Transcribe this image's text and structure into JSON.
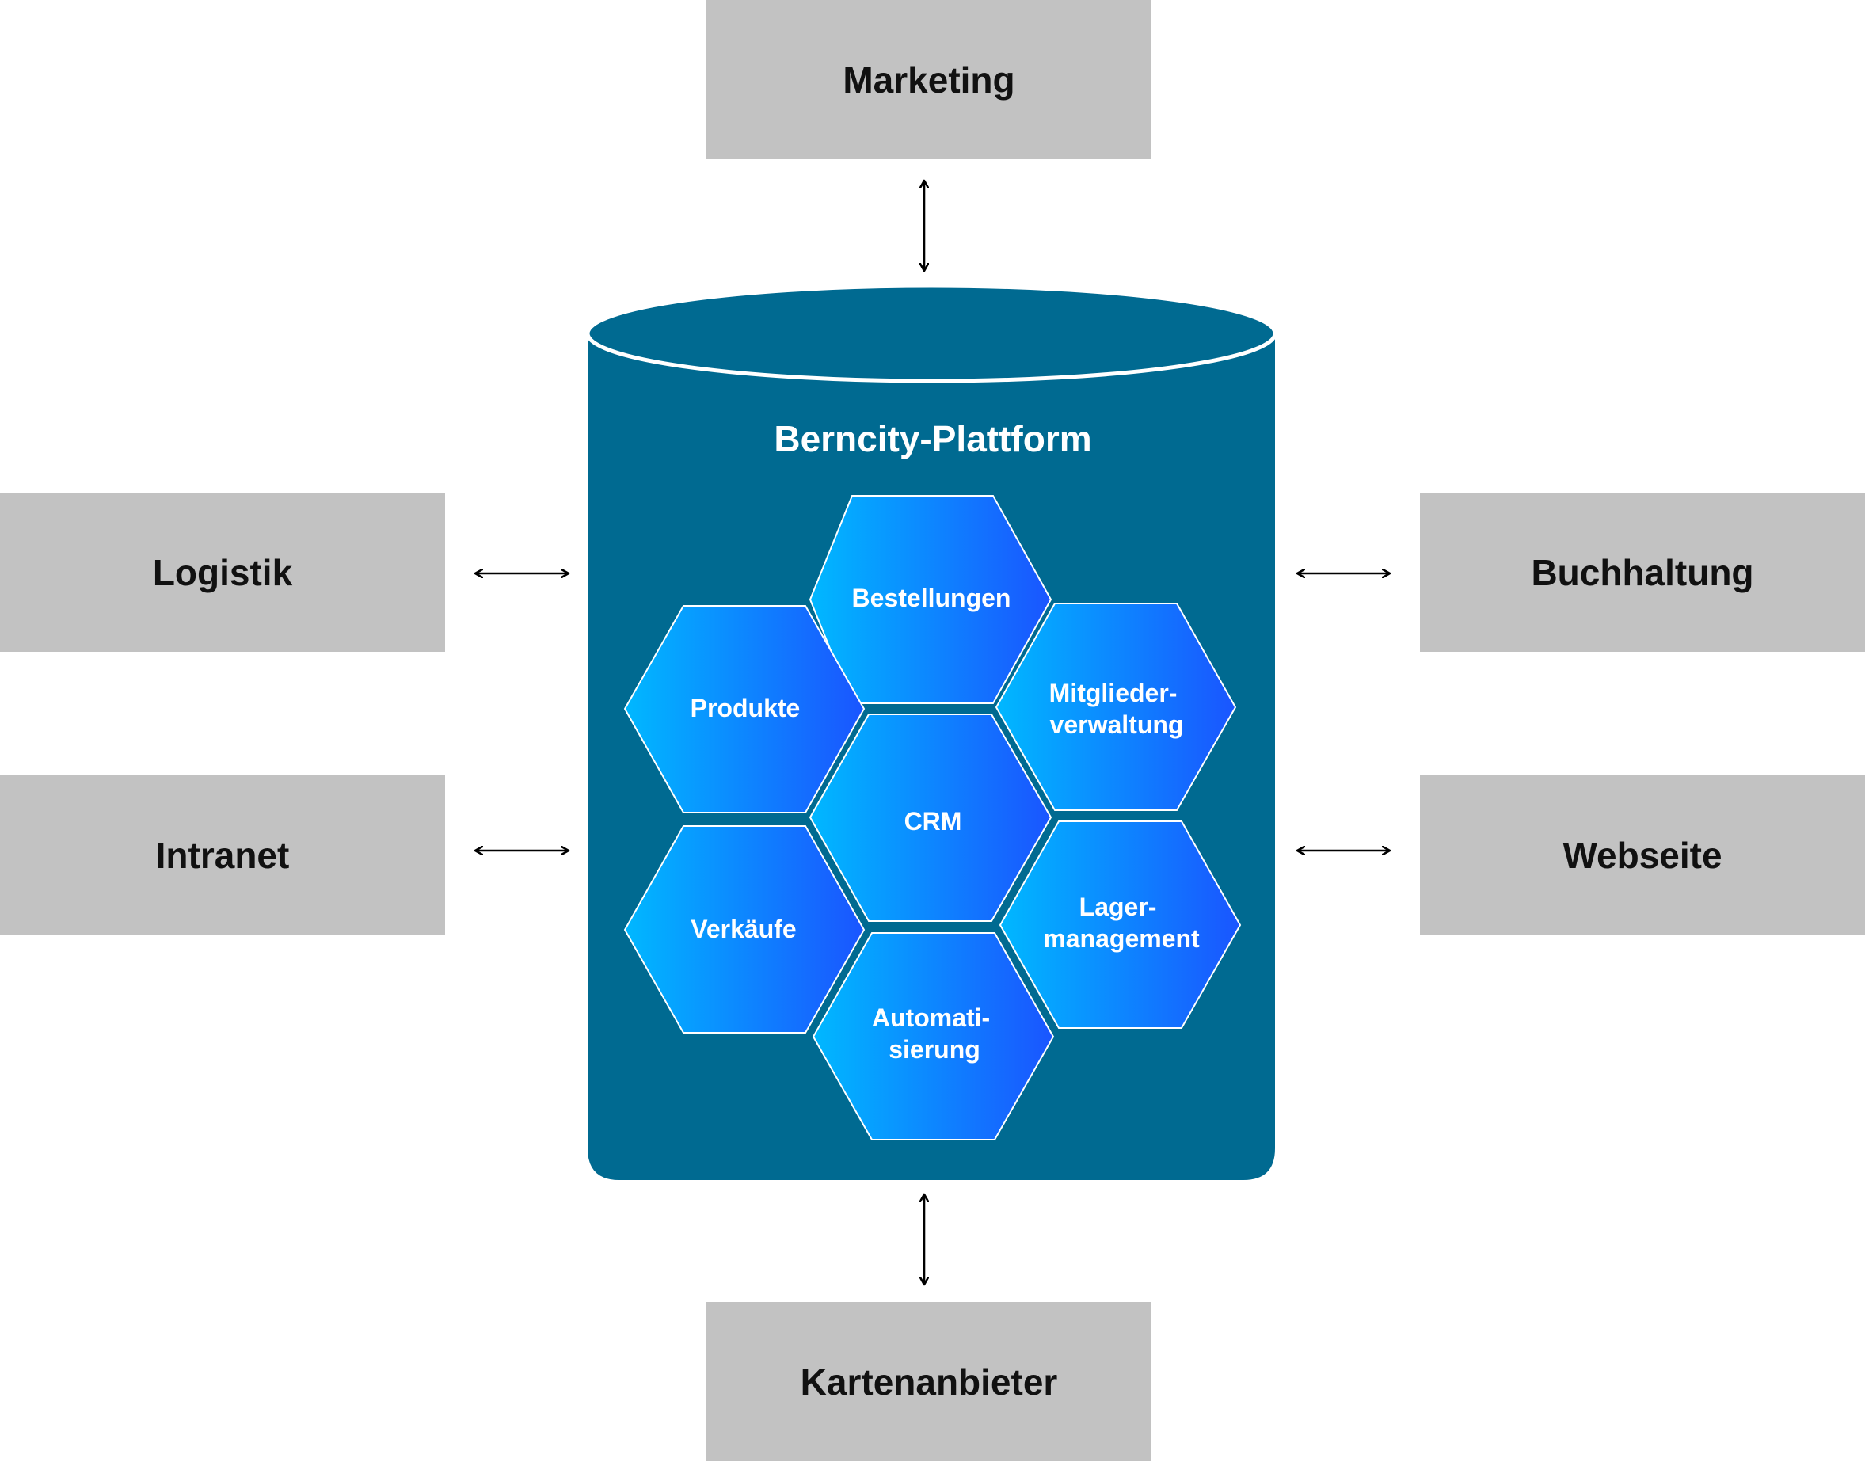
{
  "platform": {
    "title": "Berncity-Plattform",
    "cylinder_color": "#006a91",
    "rim_color": "#ffffff"
  },
  "external_systems": {
    "marketing": "Marketing",
    "logistik": "Logistik",
    "intranet": "Intranet",
    "buchhaltung": "Buchhaltung",
    "webseite": "Webseite",
    "kartenanbieter": "Kartenanbieter",
    "box_color": "#c2c2c2"
  },
  "modules": {
    "bestellungen": [
      "Bestellungen"
    ],
    "produkte": [
      "Produkte"
    ],
    "mitgliederverwaltung": [
      "Mitglieder-",
      "verwaltung"
    ],
    "crm": [
      "CRM"
    ],
    "verkaeufe": [
      "Verkäufe"
    ],
    "lagermanagement": [
      "Lager-",
      "management"
    ],
    "automatisierung": [
      "Automati-",
      "sierung"
    ],
    "gradient_start": "#00b8ff",
    "gradient_end": "#1a55ff"
  },
  "connections": {
    "type": "bidirectional-arrow",
    "color": "#000000"
  }
}
